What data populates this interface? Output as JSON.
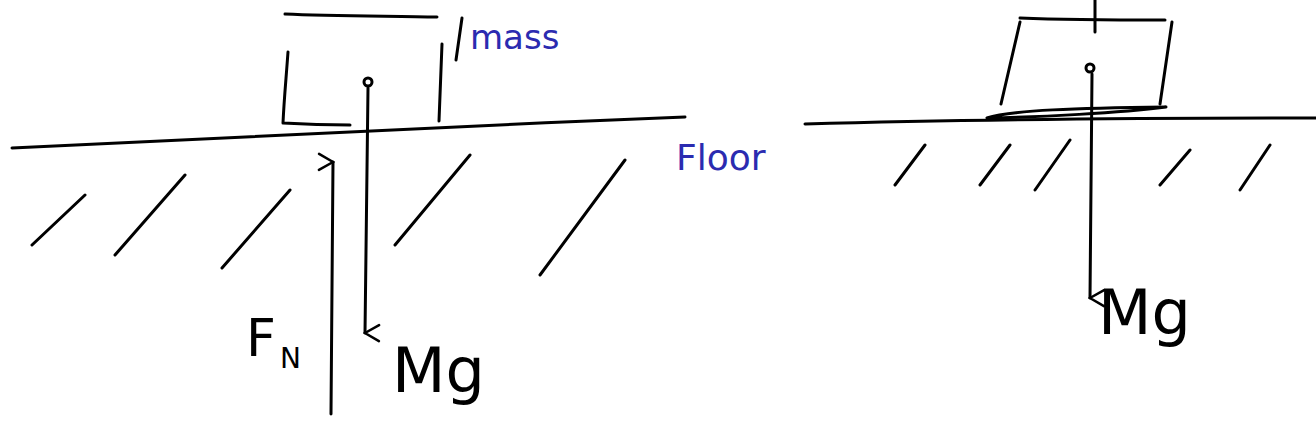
{
  "diagram": {
    "labels": [
      "mass",
      "Floor",
      "F",
      "N",
      "Mg",
      "Mg"
    ]
  }
}
